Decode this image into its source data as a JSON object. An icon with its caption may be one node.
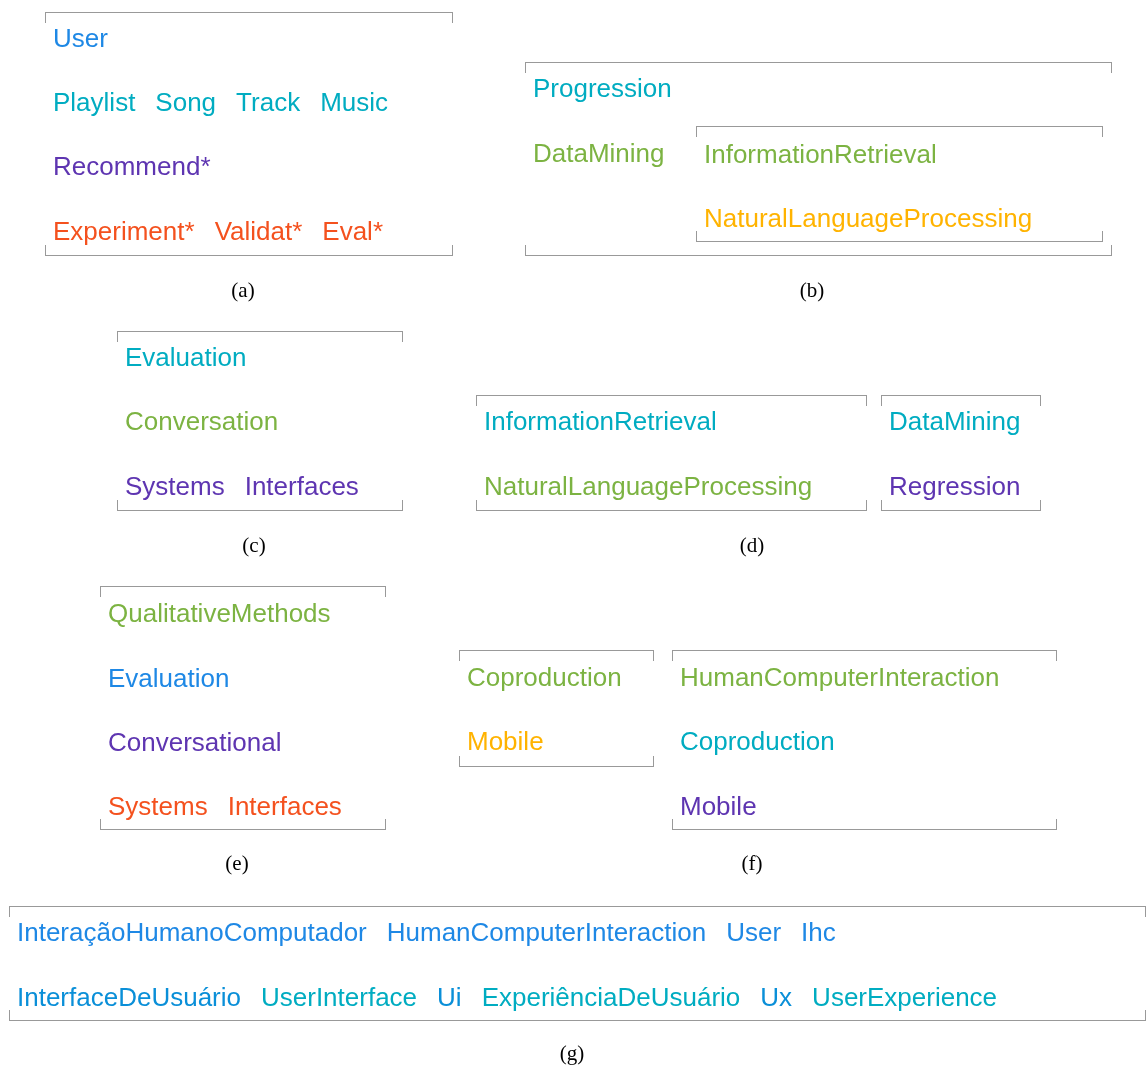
{
  "diagram": {
    "nodes": [
      {
        "text": [
          "User",
          "Playlist",
          "Song",
          "Track",
          "Music",
          "Recommend*",
          "Experiment*",
          "Validat*",
          "Eval*"
        ]
      },
      {
        "text": [
          "Progression",
          "DataMining"
        ]
      },
      {
        "text": [
          "InformationRetrieval",
          "NaturalLanguageProcessing"
        ],
        "in": 1
      },
      {
        "text": [
          "Evaluation",
          "Conversation",
          "Systems",
          "Interfaces"
        ]
      },
      {
        "text": [
          "InformationRetrieval",
          "NaturalLanguageProcessing"
        ]
      },
      {
        "text": [
          "DataMining",
          "Regression"
        ]
      },
      {
        "text": [
          "QualitativeMethods",
          "Evaluation",
          "Conversational",
          "Systems",
          "Interfaces"
        ]
      },
      {
        "text": [
          "Coproduction",
          "Mobile"
        ]
      },
      {
        "text": [
          "HumanComputerInteraction",
          "Coproduction",
          "Mobile"
        ]
      },
      {
        "text": [
          "InteraçãoHumanoComputador",
          "HumanComputerInteraction",
          "User",
          "Ihc",
          "InterfaceDeUsuário",
          "UserInterface",
          "Ui",
          "ExperiênciaDeUsuário",
          "Ux",
          "UserExperience"
        ]
      }
    ],
    "labels": [
      "(a)",
      "(b)",
      "(c)",
      "(d)",
      "(e)",
      "(f)",
      "(g)"
    ]
  }
}
